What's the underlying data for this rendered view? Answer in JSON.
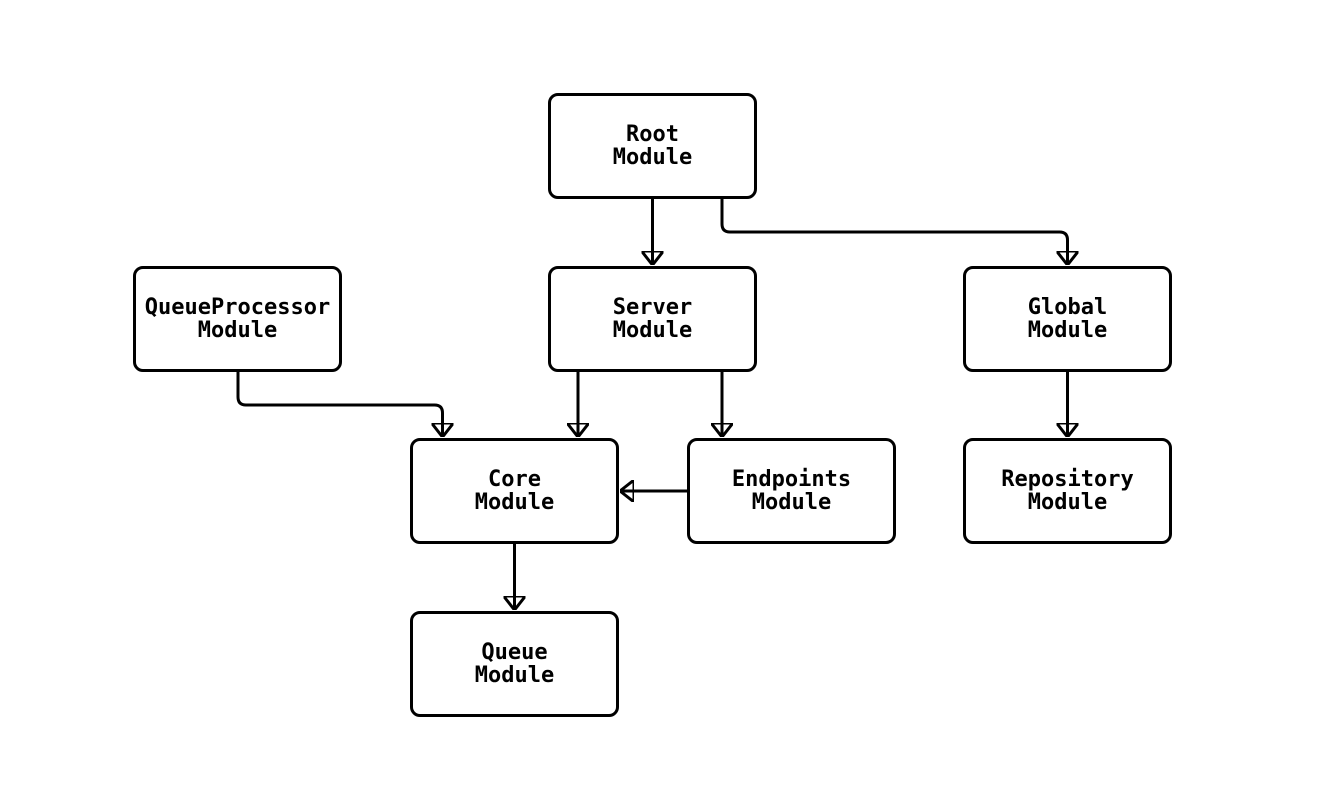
{
  "diagram": {
    "type": "module-dependency-flowchart",
    "colors": {
      "background": "#ffffff",
      "node_fill": "#ffffff",
      "node_border": "#000000",
      "text": "#000000",
      "arrow": "#000000"
    },
    "nodes": [
      {
        "id": "root",
        "line1": "Root",
        "line2": "Module"
      },
      {
        "id": "queueprocessor",
        "line1": "QueueProcessor",
        "line2": "Module"
      },
      {
        "id": "server",
        "line1": "Server",
        "line2": "Module"
      },
      {
        "id": "global",
        "line1": "Global",
        "line2": "Module"
      },
      {
        "id": "core",
        "line1": "Core",
        "line2": "Module"
      },
      {
        "id": "endpoints",
        "line1": "Endpoints",
        "line2": "Module"
      },
      {
        "id": "repository",
        "line1": "Repository",
        "line2": "Module"
      },
      {
        "id": "queue",
        "line1": "Queue",
        "line2": "Module"
      }
    ],
    "edges": [
      {
        "from": "Root Module",
        "to": "Server Module"
      },
      {
        "from": "Root Module",
        "to": "Global Module"
      },
      {
        "from": "QueueProcessor Module",
        "to": "Core Module"
      },
      {
        "from": "Server Module",
        "to": "Core Module"
      },
      {
        "from": "Server Module",
        "to": "Endpoints Module"
      },
      {
        "from": "Endpoints Module",
        "to": "Core Module"
      },
      {
        "from": "Global Module",
        "to": "Repository Module"
      },
      {
        "from": "Core Module",
        "to": "Queue Module"
      }
    ]
  }
}
